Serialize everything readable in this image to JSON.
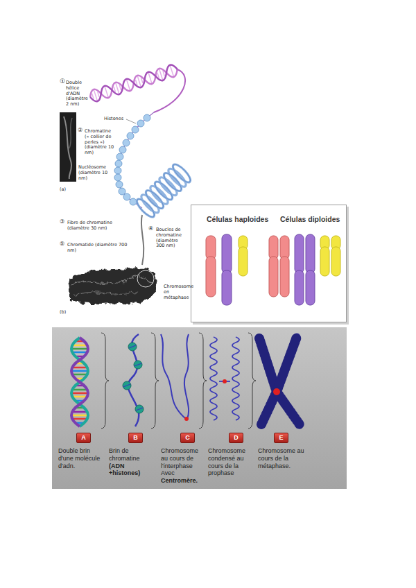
{
  "diagram": {
    "nodes": [
      {
        "text": [
          "Células haploides",
          "Células diploides"
        ]
      },
      {
        "text": [
          "A"
        ]
      },
      {
        "text": [
          "B"
        ]
      },
      {
        "text": [
          "C"
        ]
      },
      {
        "text": [
          "D"
        ]
      },
      {
        "text": [
          "E"
        ]
      }
    ],
    "labels": [
      "①",
      "Double hélice d'ADN (diamètre 2 nm)",
      "Histones",
      "②",
      "Chromatine (« collier de perles ») (diamètre 10 nm)",
      "Nucléosome (diamètre 10 nm)",
      "(a)",
      "③",
      "Fibre de chromatine (diamètre 30 nm)",
      "④",
      "Boucles de chromatine (diamètre 300 nm)",
      "⑤",
      "Chromatide (diamètre 700 nm)",
      "Chromosome en métaphase",
      "(b)",
      "Double brin d'une molécule d'adn.",
      "Brin de chromatine",
      "(ADN +histones)",
      "Chromosome au cours de l'interphase Avec",
      "Centromère.",
      "Chromosome condensé au cours de la prophase",
      "Chromosome au cours de la métaphase."
    ]
  }
}
